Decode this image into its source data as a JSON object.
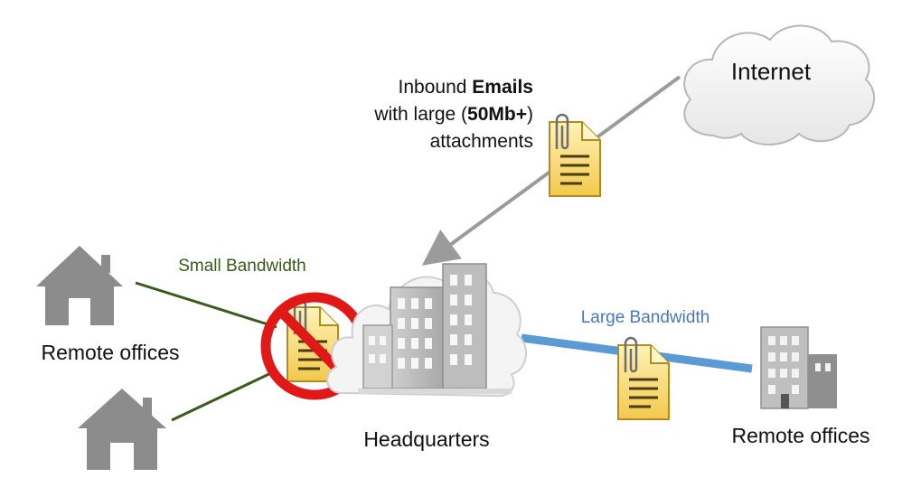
{
  "cloud": {
    "label": "Internet"
  },
  "inbound_note": {
    "line1_prefix": "Inbound ",
    "line1_bold": "Emails",
    "line2_prefix": "with large (",
    "line2_bold": "50Mb+",
    "line2_suffix": ")",
    "line3": "attachments"
  },
  "links": {
    "small_label": "Small Bandwidth",
    "large_label": "Large Bandwidth"
  },
  "nodes": {
    "left_remote": "Remote offices",
    "headquarters": "Headquarters",
    "right_remote": "Remote offices"
  },
  "colors": {
    "small_link": "#3a5a1e",
    "large_link": "#5b9bd5",
    "large_label": "#4a78b8",
    "arrow": "#9b9b9b",
    "house": "#8c8c8c",
    "prohibit": "#e01818",
    "document": "#f6d86a"
  }
}
